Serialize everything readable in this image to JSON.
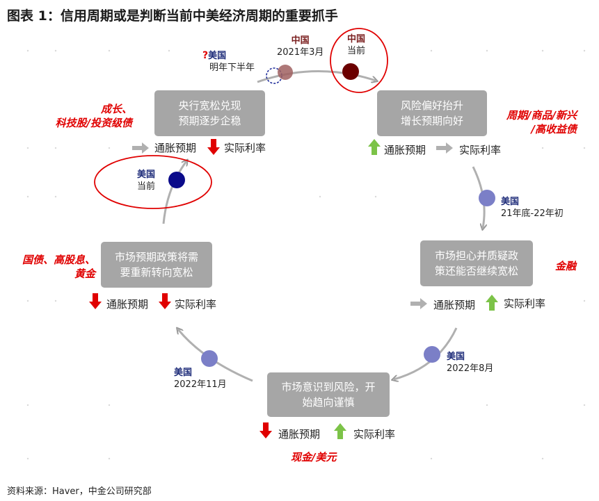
{
  "title": "图表 1：信用周期或是判断当前中美经济周期的重要抓手",
  "source": "资料来源：Haver，中金公司研究部",
  "colors": {
    "arrow_grey": "#b0b0b0",
    "box_grey": "#a6a6a6",
    "red": "#e00000",
    "green": "#7cc348",
    "us_dot": "#7b7fc7",
    "us_current": "#0a0a8a",
    "cn_dot": "#a06060",
    "cn_current": "#6b0000"
  },
  "stages": [
    {
      "id": "top-left",
      "text": [
        "央行宽松兑现",
        "预期逐步企稳"
      ],
      "inflation_label": "通胀预期",
      "inflation_arrow": "right-grey",
      "rate_label": "实际利率",
      "rate_arrow": "down-red",
      "assets": [
        "成长、",
        "科技股/投资级债"
      ]
    },
    {
      "id": "top-right",
      "text": [
        "风险偏好抬升",
        "增长预期向好"
      ],
      "inflation_label": "通胀预期",
      "inflation_arrow": "up-green",
      "rate_label": "实际利率",
      "rate_arrow": "right-grey",
      "assets": [
        "周期/商品/新兴",
        "/高收益债"
      ]
    },
    {
      "id": "right",
      "text": [
        "市场担心并质疑政",
        "策还能否继续宽松"
      ],
      "inflation_label": "通胀预期",
      "inflation_arrow": "right-grey",
      "rate_label": "实际利率",
      "rate_arrow": "up-green",
      "assets": [
        "金融"
      ]
    },
    {
      "id": "bottom",
      "text": [
        "市场意识到风险，开",
        "始趋向谨慎"
      ],
      "inflation_label": "通胀预期",
      "inflation_arrow": "down-red",
      "rate_label": "实际利率",
      "rate_arrow": "up-green",
      "assets": [
        "现金/美元"
      ]
    },
    {
      "id": "left",
      "text": [
        "市场预期政策将需",
        "要重新转向宽松"
      ],
      "inflation_label": "通胀预期",
      "inflation_arrow": "down-red",
      "rate_label": "实际利率",
      "rate_arrow": "down-red",
      "assets": [
        "国债、高股息、",
        "黄金"
      ]
    }
  ],
  "markers": [
    {
      "id": "us-future",
      "country": "美国",
      "time": "明年下半年",
      "qmark": "?"
    },
    {
      "id": "cn-2021",
      "country": "中国",
      "time": "2021年3月"
    },
    {
      "id": "cn-current",
      "country": "中国",
      "time": "当前"
    },
    {
      "id": "us-2122",
      "country": "美国",
      "time": "21年底-22年初"
    },
    {
      "id": "us-2022-8",
      "country": "美国",
      "time": "2022年8月"
    },
    {
      "id": "us-2022-11",
      "country": "美国",
      "time": "2022年11月"
    },
    {
      "id": "us-current",
      "country": "美国",
      "time": "当前"
    }
  ]
}
